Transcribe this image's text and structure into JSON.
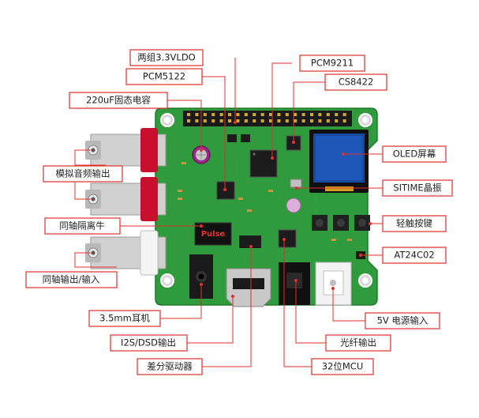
{
  "colors": {
    "accent": "#e0302b",
    "pcb_green": "#2f9b3c",
    "text": "#222222"
  },
  "labels": {
    "two_ldo": "两组3.3VLDO",
    "pcm9211": "PCM9211",
    "pcm5122": "PCM5122",
    "cs8422": "CS8422",
    "cap_220uf": "220uF固态电容",
    "oled": "OLED屏幕",
    "analog_out": "模拟音频输出",
    "sitime": "SITIME晶振",
    "coax_transformer": "同轴隔离牛",
    "touch_buttons": "轻触按键",
    "at24c02": "AT24C02",
    "coax_io": "同轴输出/输入",
    "jack_35": "3.5mm耳机",
    "power_5v": "5V 电源输入",
    "i2s_dsd": "I2S/DSD输出",
    "optical_out": "光纤输出",
    "diff_driver": "差分驱动器",
    "mcu_32": "32位MCU"
  },
  "board": {
    "transformer_brand": "Pulse"
  }
}
